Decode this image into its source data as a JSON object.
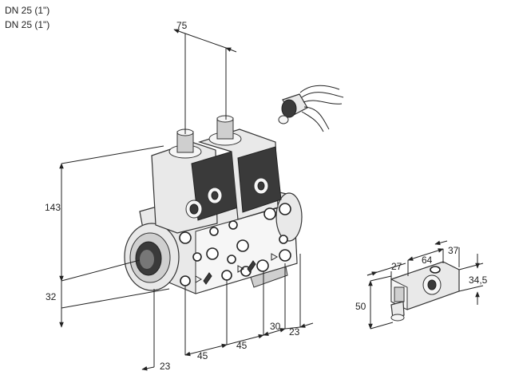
{
  "header": {
    "line1": "DN 25 (1\")",
    "line2": "DN 25 (1\")"
  },
  "dimensions": {
    "top_spacing": "75",
    "height": "143",
    "base_offset": "32",
    "left_offset": "23",
    "spacing_1": "45",
    "spacing_2": "45",
    "rear_offset": "30",
    "right_offset": "23",
    "plug_width": "27",
    "plug_length": "64",
    "plug_depth": "37",
    "plug_height": "34,5",
    "plug_total_height": "50"
  }
}
